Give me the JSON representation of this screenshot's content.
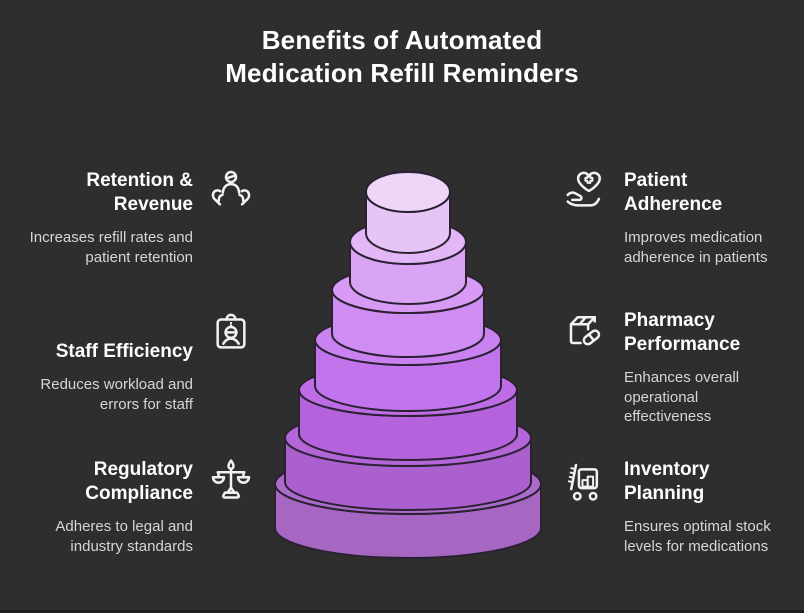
{
  "background": "#2e2e2e",
  "title": {
    "line1": "Benefits of Automated",
    "line2": "Medication Refill Reminders",
    "color": "#ffffff"
  },
  "items": {
    "left": [
      {
        "title": "Retention & Revenue",
        "description": "Increases refill rates and patient retention",
        "icon": "caring-hands-person-icon"
      },
      {
        "title": "Staff Efficiency",
        "description": "Reduces workload and errors for staff",
        "icon": "staff-badge-clipboard-icon"
      },
      {
        "title": "Regulatory Compliance",
        "description": "Adheres to legal and industry standards",
        "icon": "balance-scale-icon"
      }
    ],
    "right": [
      {
        "title": "Patient Adherence",
        "description": "Improves medication adherence in patients",
        "icon": "heart-cross-hand-icon"
      },
      {
        "title": "Pharmacy Performance",
        "description": "Enhances overall operational effectiveness",
        "icon": "package-pill-icon"
      },
      {
        "title": "Inventory Planning",
        "description": "Ensures optimal stock levels for medications",
        "icon": "inventory-cart-icon"
      }
    ]
  },
  "funnel": {
    "tier_count": 7,
    "outline": "#2b2132",
    "tiers": [
      {
        "level": 1,
        "top": "#eed6f9",
        "side": "#e5c4f6"
      },
      {
        "level": 2,
        "top": "#e2b6f7",
        "side": "#daa4f4"
      },
      {
        "level": 3,
        "top": "#d79af5",
        "side": "#cf8cf2"
      },
      {
        "level": 4,
        "top": "#cb82f1",
        "side": "#c274ec"
      },
      {
        "level": 5,
        "top": "#be6ce6",
        "side": "#b562dd"
      },
      {
        "level": 6,
        "top": "#b366d8",
        "side": "#ab60d0"
      },
      {
        "level": 7,
        "top": "#ab6cc9",
        "side": "#a667c2"
      }
    ]
  },
  "text_colors": {
    "heading": "#fdfdfd",
    "description": "#d6d6d6"
  }
}
